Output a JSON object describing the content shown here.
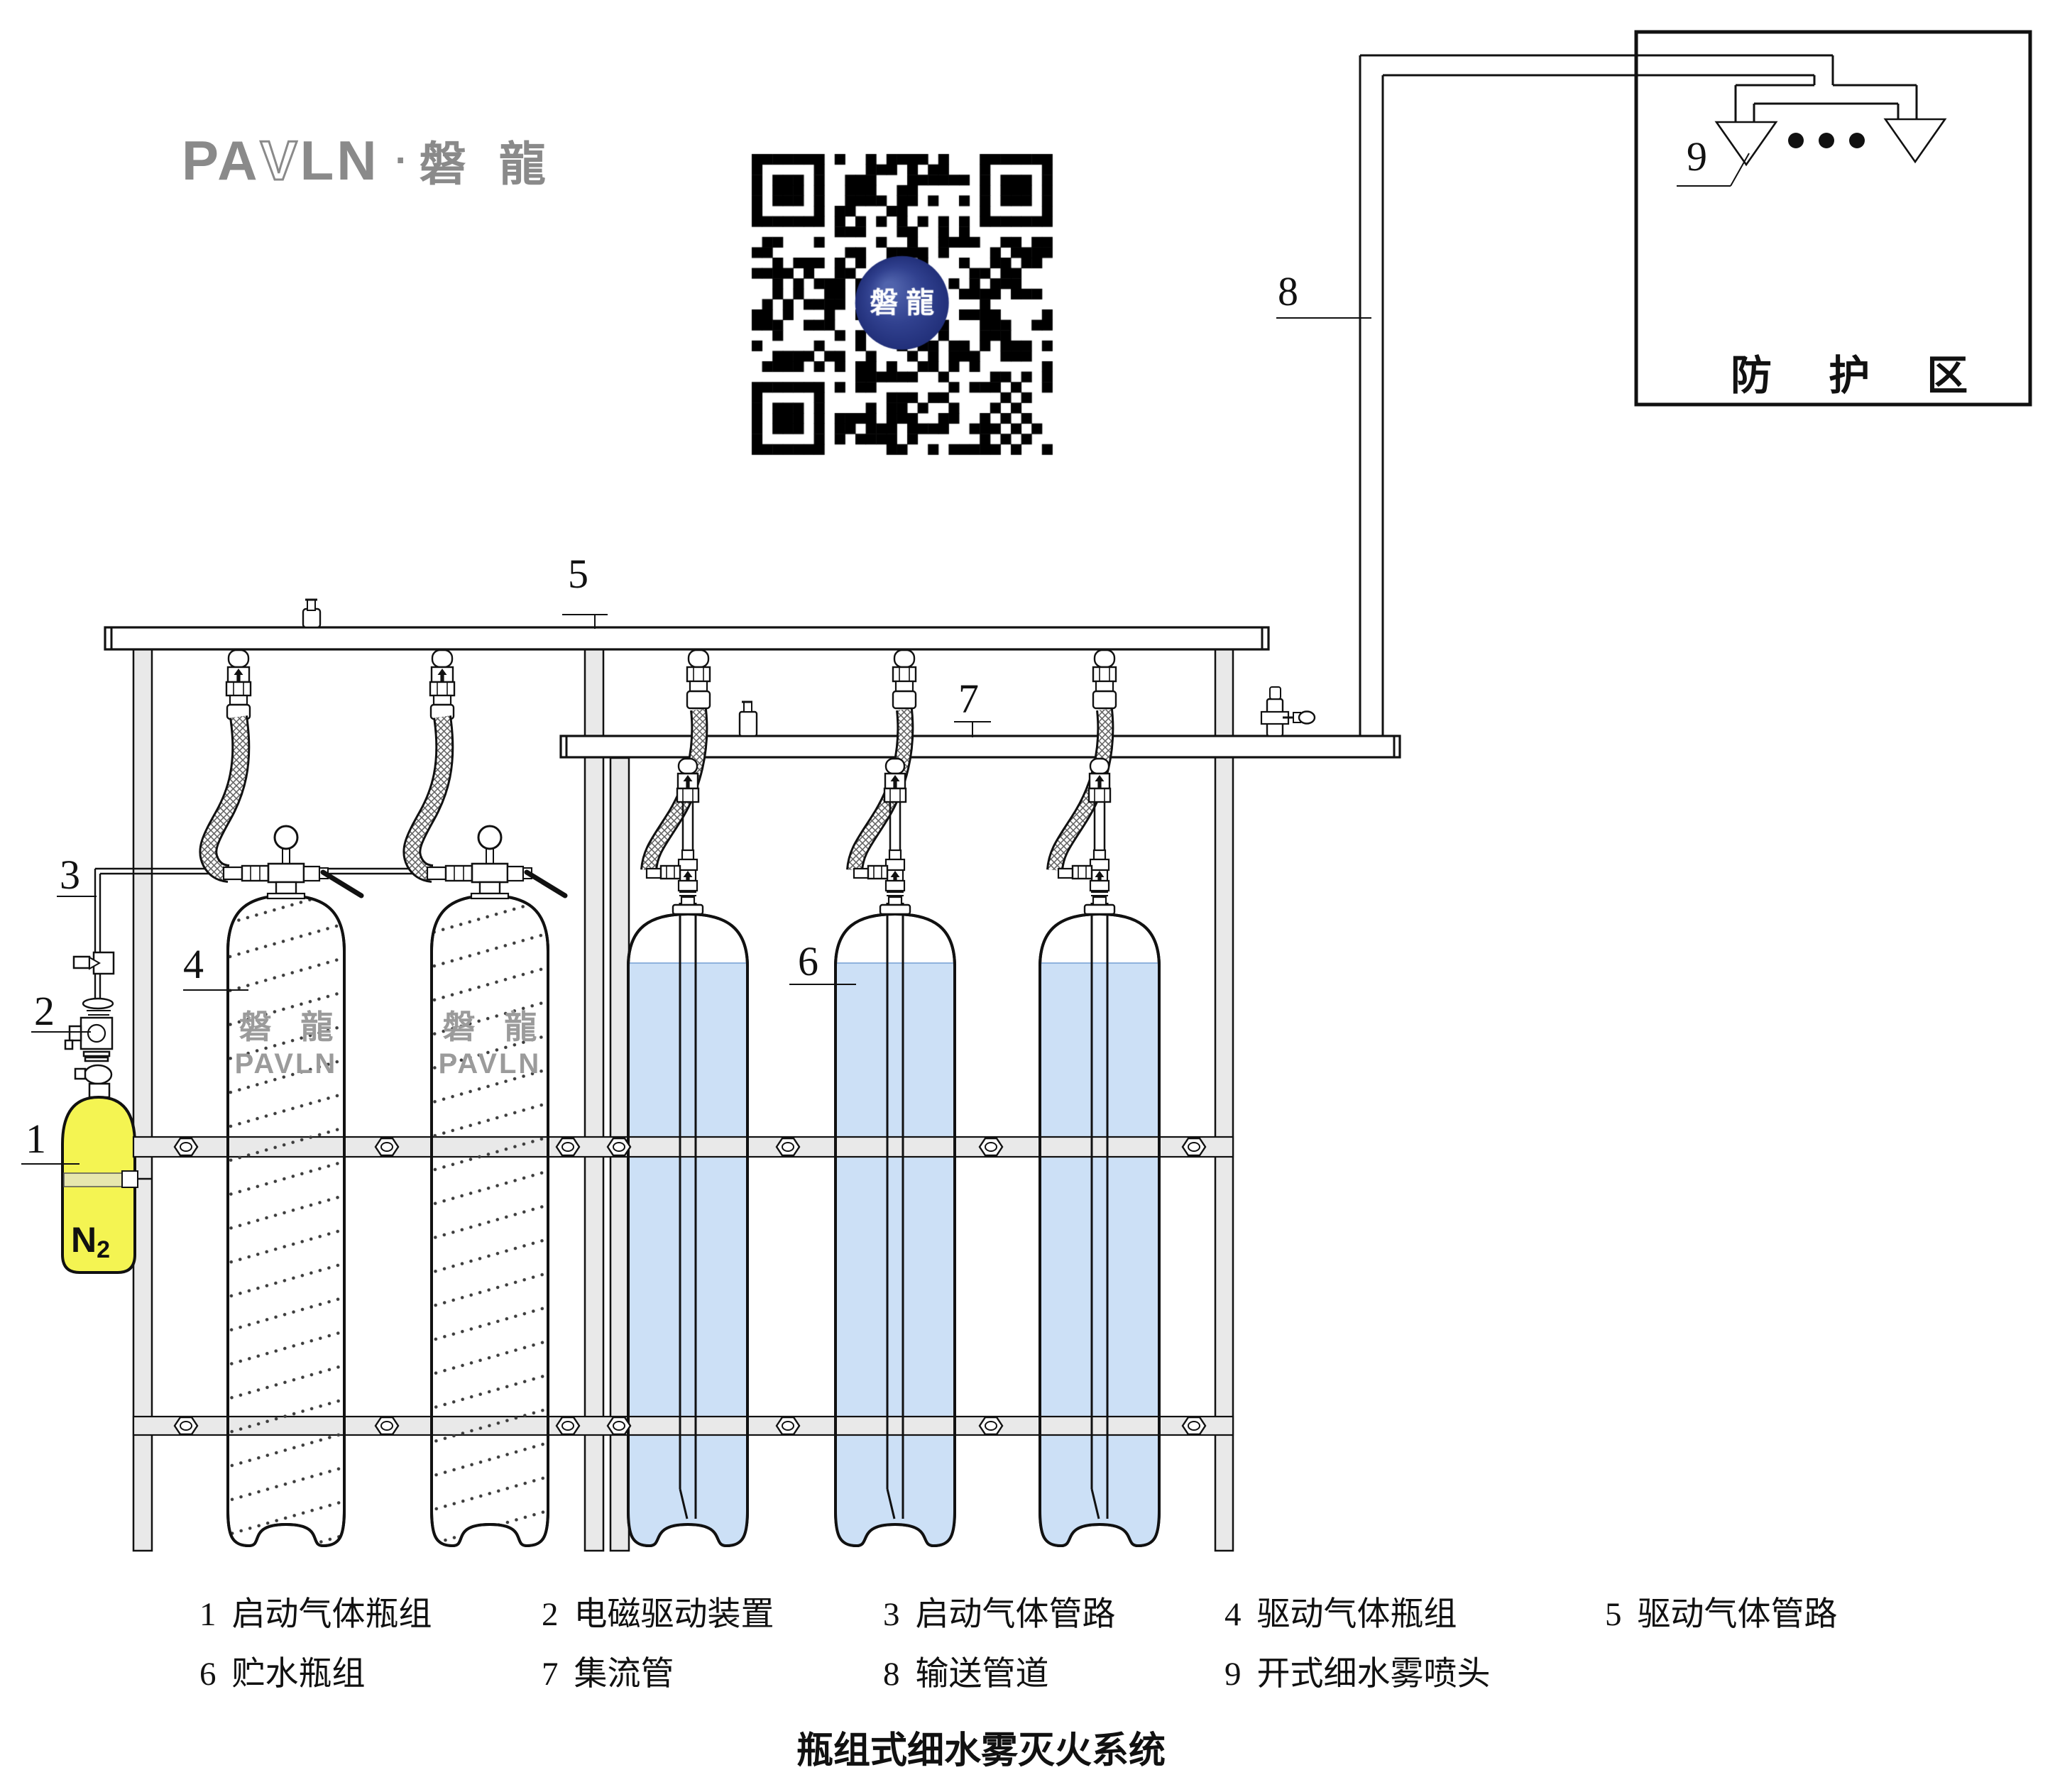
{
  "logo": {
    "brand_left": "PA",
    "brand_v": "V",
    "brand_right": "LN",
    "separator": "·",
    "brand_cjk": "磐 龍"
  },
  "qr": {
    "center_text": "磐 龍"
  },
  "protected_zone": {
    "label": "防 护 区"
  },
  "pilot_cylinder": {
    "gas_symbol": "N",
    "gas_subscript": "2"
  },
  "cylinder_watermark": {
    "line1": "磐 龍",
    "line2": "PAVLN"
  },
  "legend_rows": [
    [
      {
        "num": "1",
        "label": "启动气体瓶组"
      },
      {
        "num": "2",
        "label": "电磁驱动装置"
      },
      {
        "num": "3",
        "label": "启动气体管路"
      },
      {
        "num": "4",
        "label": "驱动气体瓶组"
      },
      {
        "num": "5",
        "label": "驱动气体管路"
      }
    ],
    [
      {
        "num": "6",
        "label": "贮水瓶组"
      },
      {
        "num": "7",
        "label": "集流管"
      },
      {
        "num": "8",
        "label": "输送管道"
      },
      {
        "num": "9",
        "label": "开式细水雾喷头"
      }
    ]
  ],
  "title": "瓶组式细水雾灭火系统",
  "colors": {
    "water_blue": "#cce0f6",
    "water_line": "#8fb3dd",
    "pilot_yellow": "#f4f452",
    "pilot_band": "#e6e6ae",
    "frame_gray": "#e9e9e9",
    "qr_navy": "#2b3a8e",
    "logo_gray": "#8a8a8a",
    "watermark_gray": "#9b9b9b",
    "line_black": "#111111"
  }
}
